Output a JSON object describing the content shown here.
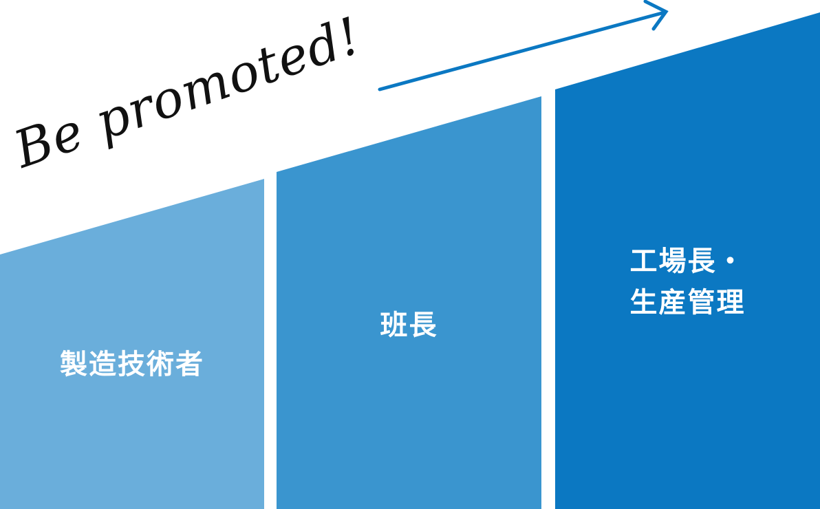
{
  "slogan": "Be promoted!",
  "steps": [
    {
      "label": "製造技術者",
      "color": "#6aaedb"
    },
    {
      "label": "班長",
      "color": "#3a95cf"
    },
    {
      "label_line1": "工場長・",
      "label_line2": "生産管理",
      "color": "#0b78c2"
    }
  ],
  "arrow_color": "#0b78c2"
}
